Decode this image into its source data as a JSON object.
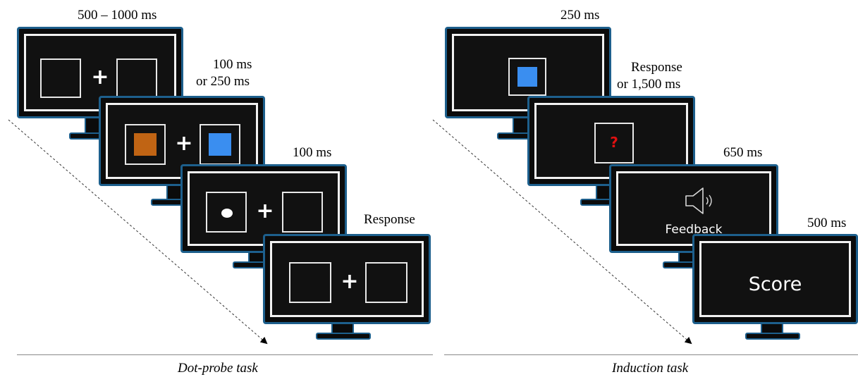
{
  "dot_probe": {
    "caption": "Dot-probe task",
    "timings": [
      "500 – 1000 ms",
      "100 ms",
      "or 250 ms",
      "100 ms",
      "Response"
    ],
    "colors": {
      "orange": "#c06414",
      "blue": "#3a8ef0"
    }
  },
  "induction": {
    "caption": "Induction task",
    "timings": [
      "250 ms",
      "Response",
      "or 1,500 ms",
      "650 ms",
      "500 ms"
    ],
    "question_mark": "?",
    "feedback_label": "Feedback",
    "score_label": "Score",
    "colors": {
      "blue": "#3a8ef0",
      "red": "#e01010"
    }
  },
  "plus_sign": "+"
}
